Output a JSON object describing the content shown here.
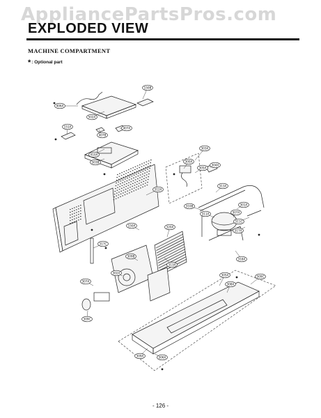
{
  "watermark": "AppliancePartsPros.com",
  "header": {
    "title": "EXPLODED VIEW"
  },
  "section": {
    "heading": "MACHINE COMPARTMENT",
    "note_symbol": "*",
    "note_text": ": Optional part"
  },
  "footer": {
    "page_number": "- 126 -"
  },
  "callouts": [
    "150B",
    "406A",
    "502A",
    "151A",
    "407B",
    "407A",
    "303A",
    "410A",
    "303B",
    "300A",
    "305A",
    "304A",
    "312A",
    "313A",
    "310B",
    "311A",
    "301A",
    "307A",
    "150A",
    "317C",
    "311C",
    "317A",
    "320A",
    "318A",
    "309B",
    "305A",
    "313A",
    "302A",
    "307A",
    "308A",
    "309C",
    "309A",
    "306A",
    "309C"
  ]
}
